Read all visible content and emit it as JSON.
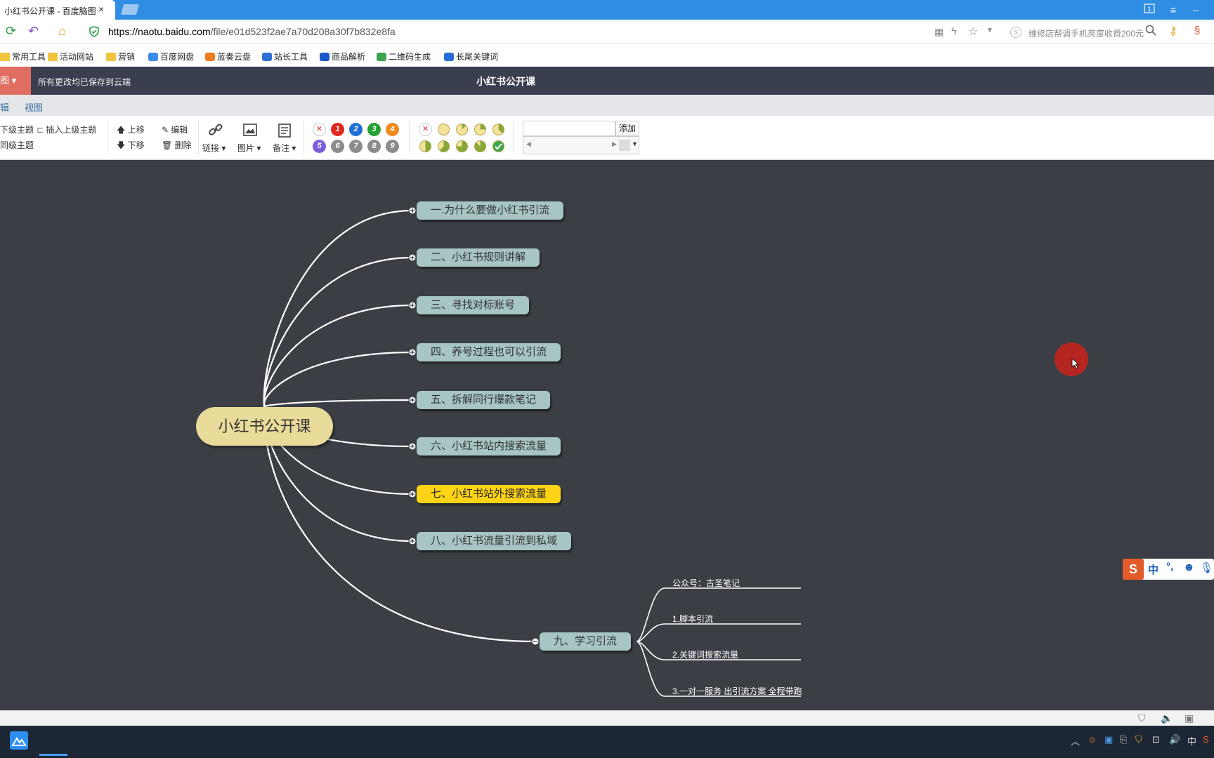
{
  "browser": {
    "tab_title": "小红书公开课 - 百度脑图",
    "tab_close": "×",
    "url_host": "https://naotu.baidu.com",
    "url_path": "/file/e01d523f2ae7a70d208a30f7b832e8fa",
    "search_text": "维修店帮调手机亮度收费200元"
  },
  "bookmarks": [
    {
      "label": "常用工具",
      "icon": "folder-icon",
      "color": "#f5c342"
    },
    {
      "label": "活动网站",
      "icon": "folder-icon",
      "color": "#f5c342"
    },
    {
      "label": "营销",
      "icon": "folder-icon",
      "color": "#f5c342"
    },
    {
      "label": "百度网盘",
      "icon": "cloud-icon",
      "color": "#3b8be8"
    },
    {
      "label": "蓝奏云盘",
      "icon": "flag-icon",
      "color": "#f07b1e"
    },
    {
      "label": "站长工具",
      "icon": "chart-icon",
      "color": "#2c6fd1"
    },
    {
      "label": "商品解析",
      "icon": "da-icon",
      "color": "#1a58c9"
    },
    {
      "label": "二维码生成",
      "icon": "qr-icon",
      "color": "#3fa34d"
    },
    {
      "label": "长尾关键词",
      "icon": "s-icon",
      "color": "#2a6cd6"
    }
  ],
  "app": {
    "menu_label": "图",
    "save_status": "所有更改均已保存到云端",
    "title": "小红书公开课"
  },
  "menu_tabs": [
    "辑",
    "视图"
  ],
  "toolbar": {
    "insert_child": "下级主题",
    "insert_parent": "插入上级主题",
    "insert_sibling": "同级主题",
    "move_up": "上移",
    "move_down": "下移",
    "edit": "编辑",
    "delete": "删除",
    "link": "链接",
    "image": "图片",
    "note": "备注",
    "tag_add": "添加",
    "priorities": [
      "1",
      "2",
      "3",
      "4",
      "5",
      "6",
      "7",
      "8",
      "9"
    ],
    "priority_colors": [
      "#e0271e",
      "#1f6fd6",
      "#25a033",
      "#f08a1d",
      "#7b5ed8",
      "#8c8c8c",
      "#8c8c8c",
      "#8c8c8c",
      "#8c8c8c"
    ]
  },
  "mindmap": {
    "root": "小红书公开课",
    "branches": [
      "一.为什么要做小红书引流",
      "二、小红书规则讲解",
      "三、寻找对标账号",
      "四、养号过程也可以引流",
      "五、拆解同行爆款笔记",
      "六、小红书站内搜索流量",
      "七、小红书站外搜索流量",
      "八、小红书流量引流到私域",
      "九、学习引流"
    ],
    "highlighted_branch": "七、小红书站外搜索流量",
    "sub_items": [
      "公众号：古圣笔记",
      "1.脚本引流",
      "2.关键词搜索流量",
      "3.一对一服务 出引流方案 全程带跑"
    ]
  },
  "ime": {
    "label": "中"
  },
  "taskbar": {
    "input_lang": "中"
  }
}
